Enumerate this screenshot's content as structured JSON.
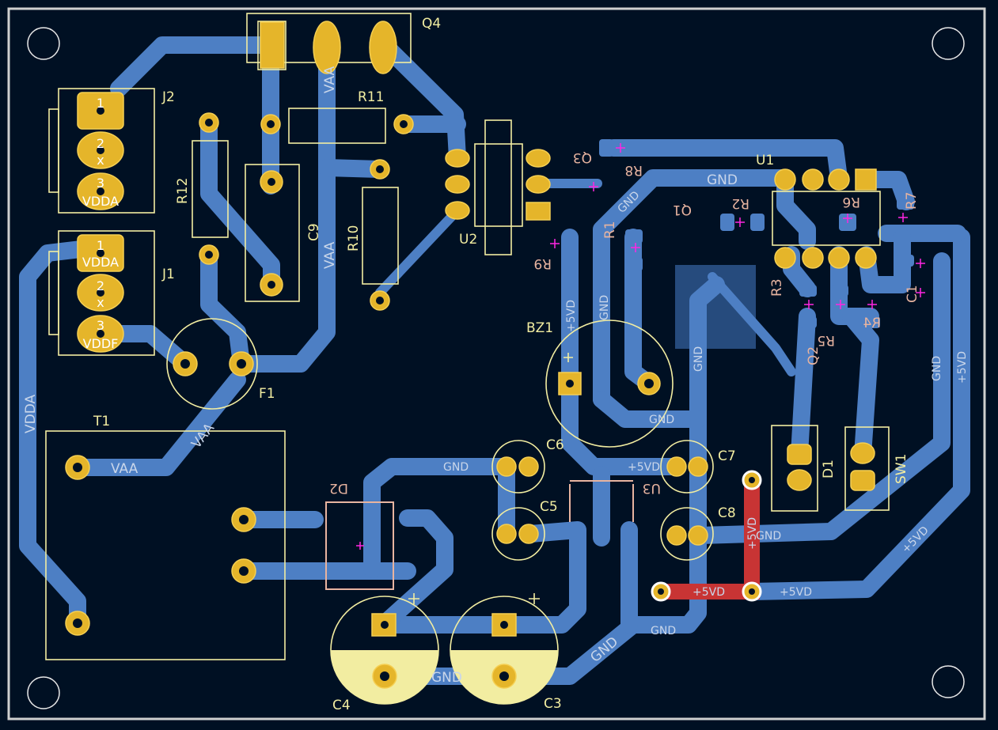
{
  "board": {
    "title": "PCB layout"
  },
  "refs": [
    "J2",
    "J1",
    "R12",
    "C9",
    "R10",
    "R11",
    "Q4",
    "U2",
    "Q3",
    "R8",
    "U1",
    "Q1",
    "R2",
    "R6",
    "R7",
    "R1",
    "R9",
    "R3",
    "R4",
    "R5",
    "Q2",
    "C1",
    "BZ1",
    "F1",
    "T1",
    "D2",
    "C6",
    "C5",
    "C7",
    "C8",
    "U3",
    "D1",
    "SW1",
    "C4",
    "C3"
  ],
  "nets": {
    "gnd": "GND",
    "vaa": "VAA",
    "p5vd": "+5VD",
    "vdda": "VDDA",
    "vddf": "VDDF",
    "nc": "x"
  },
  "pins": [
    "1",
    "2",
    "3"
  ],
  "colors": {
    "background": "#001023",
    "trace": "#4d7fc4",
    "pad": "#e5b52a",
    "silk": "#f2eda1",
    "back_silk": "#e8b4a0",
    "top_trace": "#c83434"
  }
}
